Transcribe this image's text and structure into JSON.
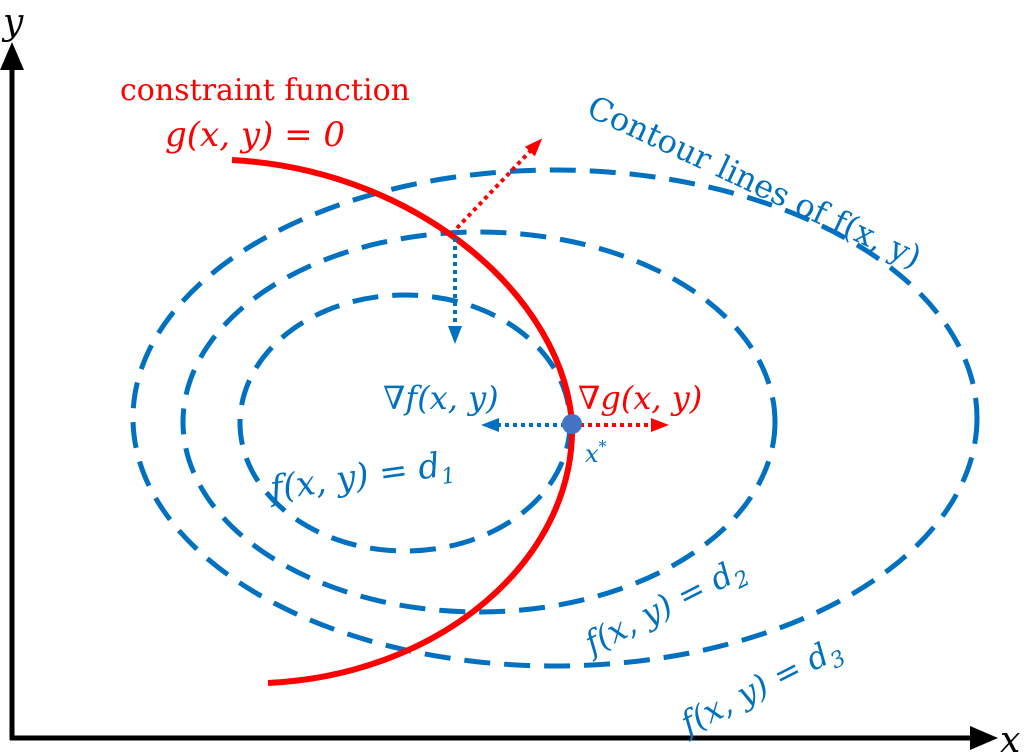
{
  "axes": {
    "x_label": "x",
    "y_label": "y"
  },
  "constraint": {
    "title": "constraint function",
    "equation": "g(x, y) = 0"
  },
  "contour_title": "Contour lines of f(x, y)",
  "contours": [
    {
      "label": "f(x, y) = d",
      "sub": "1"
    },
    {
      "label": "f(x, y) = d",
      "sub": "2"
    },
    {
      "label": "f(x, y) = d",
      "sub": "3"
    }
  ],
  "gradients": {
    "f": "∇f(x, y)",
    "g": "∇g(x, y)"
  },
  "optimum": {
    "label": "x",
    "sup": "*"
  },
  "colors": {
    "red": "#ff0000",
    "blue": "#0070c0",
    "point": "#4472c4",
    "axis": "#000000"
  }
}
